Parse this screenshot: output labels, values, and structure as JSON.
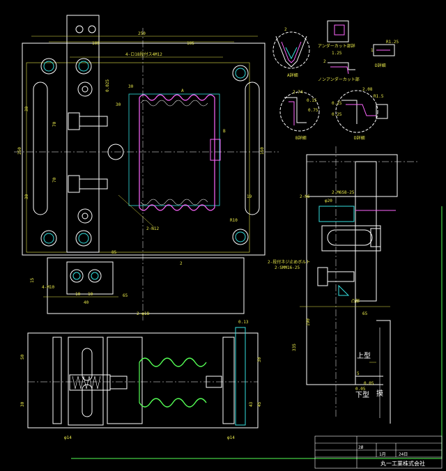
{
  "dims": {
    "overall_width": "250",
    "top_105_left": "105",
    "top_105_right": "105",
    "bolt_note": "4-ロ18段付ス4M12",
    "d025": "0.025",
    "d30a": "30",
    "d30b": "30",
    "left_30": "30",
    "left_70a": "70",
    "left_70b": "70",
    "left_30b": "30",
    "left_250": "250",
    "right_150": "150",
    "right_19": "19",
    "r10": "R10",
    "label_a": "A",
    "label_b": "B",
    "n12": "2-N12",
    "d85": "85",
    "d2": "2",
    "m10": "4-M10",
    "d15": "15",
    "d40": "40",
    "d10a": "10",
    "d10b": "10",
    "d65": "65",
    "d2f": "2-φ18",
    "f013": "0.13",
    "b50": "50",
    "b30": "30",
    "b30b": "30",
    "b45": "45",
    "b43": "43",
    "b8": "φ14",
    "b8b": "φ14"
  },
  "details": {
    "a_label": "A詳細",
    "dia_angle": "2",
    "undercut_title": "アンダーカット部詳",
    "u_125": "1.25",
    "u_r125": "R1.25",
    "u_1": "1",
    "u_2": "2",
    "d_label": "D詳細",
    "undercut_title2": "ノンアンダーカット部",
    "b_label": "B詳細",
    "b_274": "2.74",
    "b_075": "0.75",
    "b_015": "0.15",
    "d_r15": "R1.5",
    "d_015": "0.15",
    "d_025": "0.25",
    "d_208": "2.08",
    "dd_label": "D詳細"
  },
  "side": {
    "m6": "2-N6",
    "m6_25": "2-M6S8-25",
    "r20": "φ20",
    "s65": "65",
    "h190": "190",
    "h335": "335",
    "note1": "2-段付ネジ止めボルト",
    "note2": "2-SMM16-25",
    "dot": "凸部"
  },
  "section": {
    "upper": "上型",
    "lower": "下型",
    "d5": "5",
    "d005": "0.05",
    "d005b": "0.05",
    "mark": "摸"
  },
  "title_block": {
    "row1": "2Ø",
    "row2": "1月",
    "row3": "24日",
    "company": "丸一工業株式会社"
  }
}
